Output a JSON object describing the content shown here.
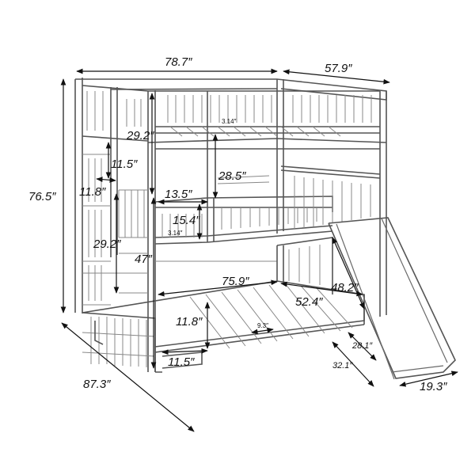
{
  "dimensions": {
    "top_length": "78.7″",
    "top_width": "57.9″",
    "total_height": "76.5″",
    "total_length": "87.3″",
    "top_guard_height": "29.2″",
    "top_step_gap": "11.5″",
    "top_to_middle": "28.5″",
    "middle_guard_length": "13.5″",
    "middle_guard_height": "15.4″",
    "middle_step": "11.8″",
    "middle_side_height": "29.2″",
    "middle_floor_height": "47″",
    "bottom_length": "75.9″",
    "bottom_width": "52.4″",
    "slide_length": "48.2″",
    "bottom_step_height": "11.8″",
    "bottom_step_width": "11.5″",
    "slide_gap": "28.1″",
    "slide_depth": "32.1″",
    "slide_width": "19.3″",
    "slat_gap_top": "3.14″",
    "slat_gap_middle": "3.14″",
    "slat_gap_bottom": "9.3″"
  }
}
